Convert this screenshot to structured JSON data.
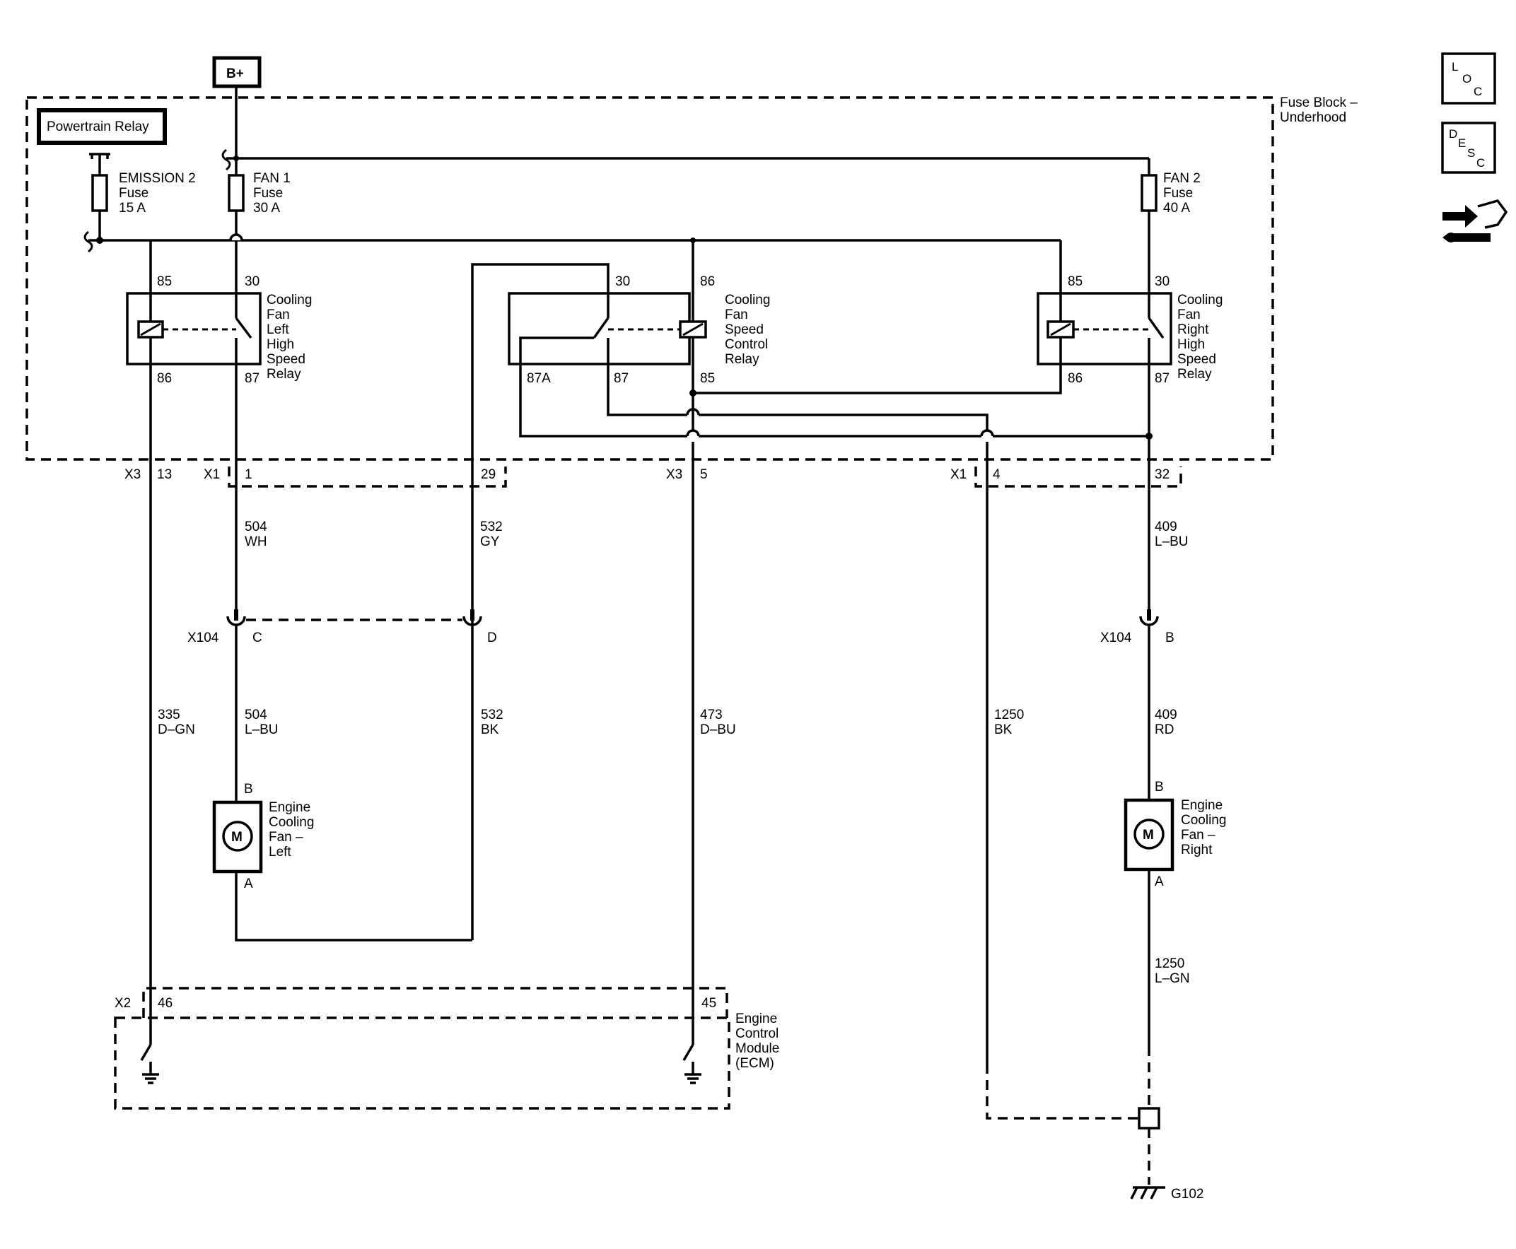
{
  "supply": "B+",
  "fuse_block": {
    "line1": "Fuse Block –",
    "line2": "Underhood"
  },
  "powertrain_relay": "Powertrain Relay",
  "fuses": {
    "emission2": [
      "EMISSION 2",
      "Fuse",
      "15 A"
    ],
    "fan1": [
      "FAN 1",
      "Fuse",
      "30 A"
    ],
    "fan2": [
      "FAN 2",
      "Fuse",
      "40 A"
    ]
  },
  "relays": {
    "left_high": {
      "label": [
        "Cooling",
        "Fan",
        "Left",
        "High",
        "Speed",
        "Relay"
      ],
      "pins": {
        "a": "85",
        "b": "30",
        "c": "86",
        "d": "87"
      }
    },
    "speed_control": {
      "label": [
        "Cooling",
        "Fan",
        "Speed",
        "Control",
        "Relay"
      ],
      "pins": {
        "a": "30",
        "b": "86",
        "c": "87A",
        "d": "87",
        "e": "85"
      }
    },
    "right_high": {
      "label": [
        "Cooling",
        "Fan",
        "Right",
        "High",
        "Speed",
        "Relay"
      ],
      "pins": {
        "a": "85",
        "b": "30",
        "c": "86",
        "d": "87"
      }
    }
  },
  "connectors": {
    "x3_13": {
      "name": "X3",
      "pin": "13"
    },
    "x1_1": {
      "name": "X1",
      "pin": "1"
    },
    "x1_29": {
      "pin": "29"
    },
    "x3_5": {
      "name": "X3",
      "pin": "5"
    },
    "x1_4": {
      "name": "X1",
      "pin": "4"
    },
    "x1_32": {
      "pin": "32"
    },
    "x104_c": {
      "name": "X104",
      "pin": "C"
    },
    "x104_d": {
      "pin": "D"
    },
    "x104_b": {
      "name": "X104",
      "pin": "B"
    },
    "x2_46": {
      "name": "X2",
      "pin": "46"
    },
    "x2_45": {
      "pin": "45"
    }
  },
  "wires": {
    "w504_wh": [
      "504",
      "WH"
    ],
    "w532_gy": [
      "532",
      "GY"
    ],
    "w409_lbu": [
      "409",
      "L–BU"
    ],
    "w335_dgn": [
      "335",
      "D–GN"
    ],
    "w504_lbu": [
      "504",
      "L–BU"
    ],
    "w532_bk": [
      "532",
      "BK"
    ],
    "w473_dbu": [
      "473",
      "D–BU"
    ],
    "w1250_bk": [
      "1250",
      "BK"
    ],
    "w409_rd": [
      "409",
      "RD"
    ],
    "w1250_lgn": [
      "1250",
      "L–GN"
    ]
  },
  "motors": {
    "left": {
      "label": [
        "Engine",
        "Cooling",
        "Fan –",
        "Left"
      ],
      "symbol": "M",
      "pin_top": "B",
      "pin_bottom": "A"
    },
    "right": {
      "label": [
        "Engine",
        "Cooling",
        "Fan –",
        "Right"
      ],
      "symbol": "M",
      "pin_top": "B",
      "pin_bottom": "A"
    }
  },
  "ecm": [
    "Engine",
    "Control",
    "Module",
    "(ECM)"
  ],
  "ground": "G102",
  "nav_icons": {
    "loc": [
      "L",
      "O",
      "C"
    ],
    "desc": [
      "D",
      "E",
      "S",
      "C"
    ],
    "connector_icon": "connector-end-view-icon"
  }
}
